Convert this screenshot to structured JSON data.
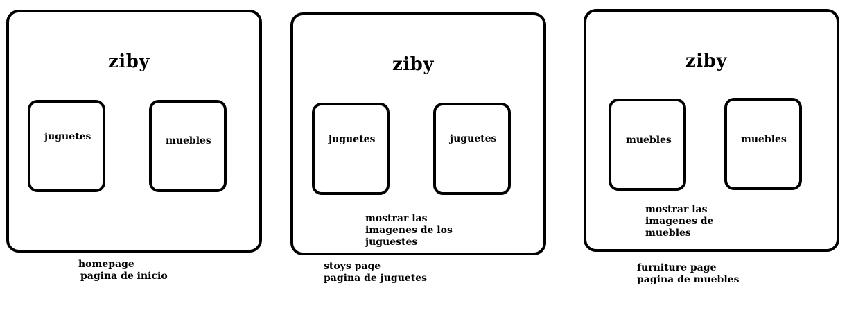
{
  "panels": [
    {
      "title": "ziby",
      "cards": [
        "juguetes",
        "muebles"
      ],
      "note": [],
      "caption": [
        "homepage",
        "pagina de inicio"
      ]
    },
    {
      "title": "ziby",
      "cards": [
        "juguetes",
        "juguetes"
      ],
      "note": [
        "mostrar las",
        "imagenes de los",
        "juguestes"
      ],
      "caption": [
        "stoys page",
        "pagina de juguetes"
      ]
    },
    {
      "title": "ziby",
      "cards": [
        "muebles",
        "muebles"
      ],
      "note": [
        "mostrar las",
        "imagenes de",
        "muebles"
      ],
      "caption": [
        "furniture page",
        "pagina de muebles"
      ]
    }
  ]
}
